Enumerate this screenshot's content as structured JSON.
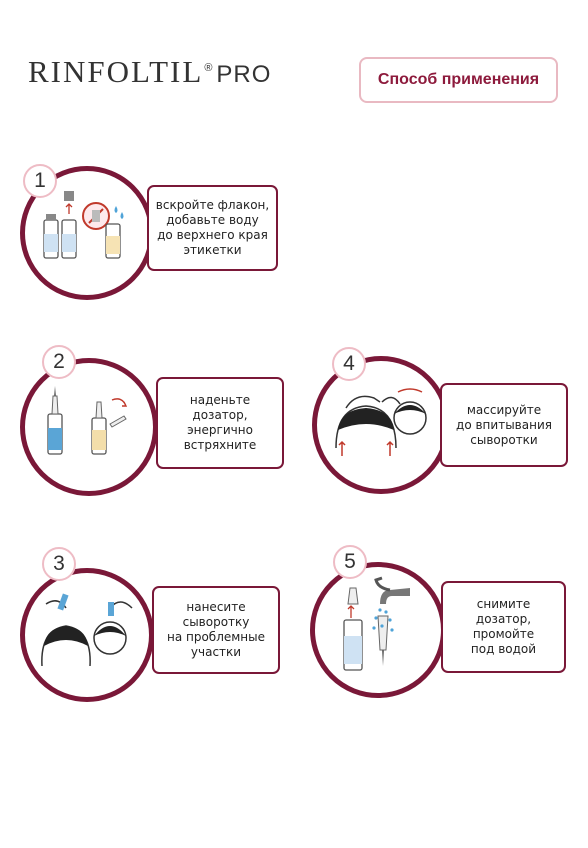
{
  "header": {
    "brand_name": "RINFOLTIL",
    "brand_reg": "®",
    "brand_suffix": "PRO",
    "method_label": "Способ применения"
  },
  "steps": [
    {
      "number": "1",
      "lines": [
        "вскройте флакон,",
        "добавьте воду",
        "до верхнего края",
        "этикетки"
      ]
    },
    {
      "number": "2",
      "lines": [
        "наденьте",
        "дозатор,",
        "энергично",
        "встряхните"
      ]
    },
    {
      "number": "3",
      "lines": [
        "нанесите",
        "сыворотку",
        "на проблемные",
        "участки"
      ]
    },
    {
      "number": "4",
      "lines": [
        "массируйте",
        "до впитывания",
        "сыворотки"
      ]
    },
    {
      "number": "5",
      "lines": [
        "снимите",
        "дозатор,",
        "промойте",
        "под водой"
      ]
    }
  ],
  "colors": {
    "accent": "#7a1838",
    "accent_light": "#eebcc5",
    "text": "#2a2a2a"
  },
  "icons": [
    "vial-icon",
    "water-drop-icon",
    "dropper-bottle-icon",
    "head-icon",
    "hand-icon",
    "faucet-icon"
  ]
}
